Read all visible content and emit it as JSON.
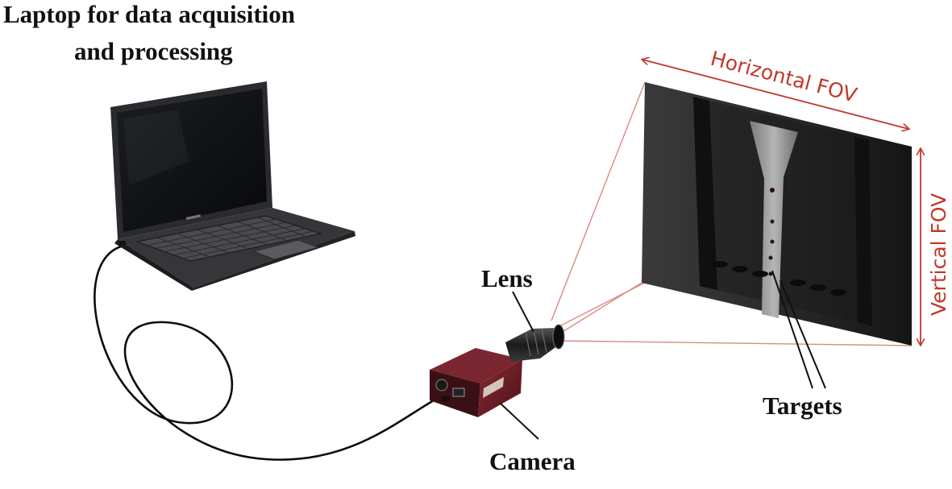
{
  "labels": {
    "laptop_line1": "Laptop for data acquisition",
    "laptop_line2": "and processing",
    "lens": "Lens",
    "camera": "Camera",
    "targets": "Targets",
    "horizontal_fov": "Horizontal FOV",
    "vertical_fov": "Vertical FOV"
  },
  "colors": {
    "annotation": "#c0392b",
    "fov_lines": "#d98b84",
    "camera_body": "#6e1f26",
    "text": "#111111"
  },
  "icons": {
    "laptop": "laptop-icon",
    "camera": "camera-icon",
    "lens": "lens-icon",
    "scene": "specimen-image"
  }
}
